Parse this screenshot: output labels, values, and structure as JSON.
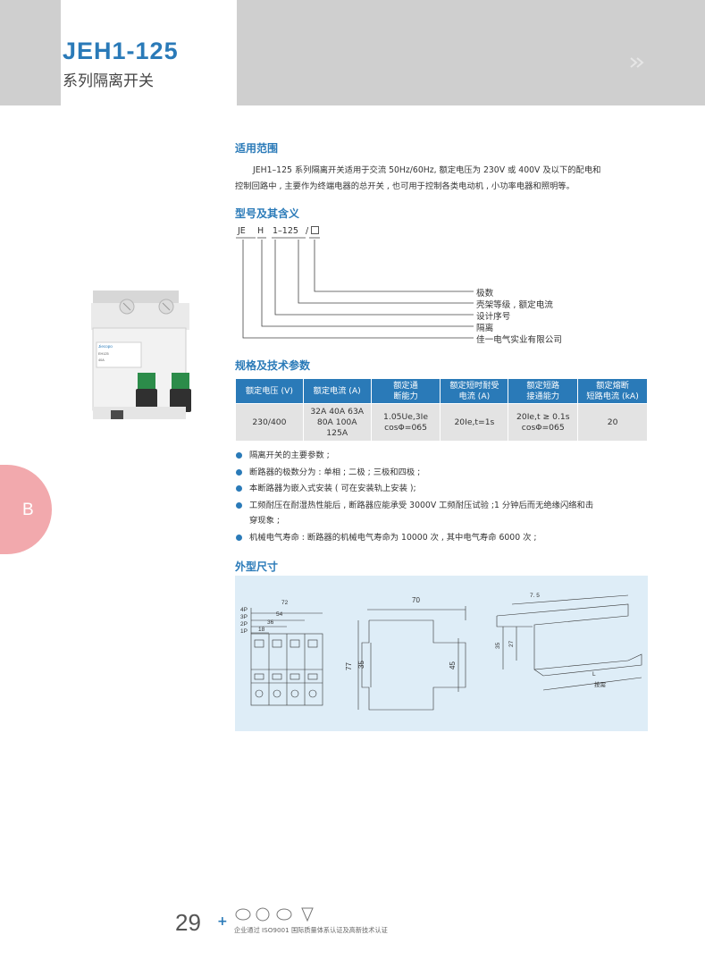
{
  "header": {
    "title": "JEH1-125",
    "subtitle": "系列隔离开关"
  },
  "side_tab": {
    "letter": "B"
  },
  "sections": {
    "scope": {
      "heading": "适用范围",
      "paragraph_line1": "JEH1–125 系列隔离开关适用于交流 50Hz/60Hz, 额定电压为 230V 或 400V 及以下的配电和",
      "paragraph_line2": "控制回路中 , 主要作为终端电器的总开关 , 也可用于控制各类电动机 , 小功率电器和照明等。"
    },
    "model": {
      "heading": "型号及其含义",
      "code_je": "JE",
      "code_h": "H",
      "code_1125": "1–125",
      "code_slash": "/",
      "meanings": [
        "极数",
        "壳架等级 , 额定电流",
        "设计序号",
        "隔离",
        "佳一电气实业有限公司"
      ]
    },
    "spec": {
      "heading": "规格及技术参数",
      "headers": [
        [
          "额定电压 (V)"
        ],
        [
          "额定电流 (A)"
        ],
        [
          "额定通",
          "断能力"
        ],
        [
          "额定短时耐受",
          "电流 (A)"
        ],
        [
          "额定短路",
          "接通能力"
        ],
        [
          "额定熔断",
          "短路电流 (kA)"
        ]
      ],
      "row": [
        [
          "230/400"
        ],
        [
          "32A 40A 63A",
          "80A 100A",
          "125A"
        ],
        [
          "1.05Ue,3Ie",
          "cosΦ=065"
        ],
        [
          "20Ie,t=1s"
        ],
        [
          "20Ie,t ≥ 0.1s",
          "cosΦ=065"
        ],
        [
          "20"
        ]
      ]
    },
    "notes": [
      "隔离开关的主要参数 ;",
      "断路器的极数分为 : 单相 ; 二极 ; 三极和四极 ;",
      "本断路器为嵌入式安装 ( 可在安装轨上安装 );",
      "工频耐压在耐湿热性能后 , 断路器应能承受 3000V 工频耐压试验 ;1 分钟后而无绝缘闪络和击",
      "穿现象 ;",
      "机械电气寿命 : 断路器的机械电气寿命为 10000 次 , 其中电气寿命 6000 次 ;"
    ],
    "dimensions": {
      "heading": "外型尺寸",
      "front": {
        "d72": "72",
        "d54": "54",
        "d36": "36",
        "d18": "18",
        "p4": "4P",
        "p3": "3P",
        "p2": "2P",
        "p1": "1P"
      },
      "side": {
        "d70": "70",
        "d77": "77",
        "d35": "35",
        "d45": "45"
      },
      "rail": {
        "d75": "7. 5",
        "d35": "35",
        "d27": "27",
        "L": "L",
        "note": "按需"
      }
    }
  },
  "product_image": {
    "brand": "Jiecopo",
    "model": "EH125",
    "rating": "40A"
  },
  "footer": {
    "page_number": "29",
    "plus": "+",
    "cert_text": "企业通过 ISO9001 国际质量体系认证及高新技术认证"
  },
  "colors": {
    "accent": "#2a7ab8",
    "header_gray": "#cfcfcf",
    "tab_pink": "#f2a9ad",
    "panel_blue": "#deedf7"
  }
}
